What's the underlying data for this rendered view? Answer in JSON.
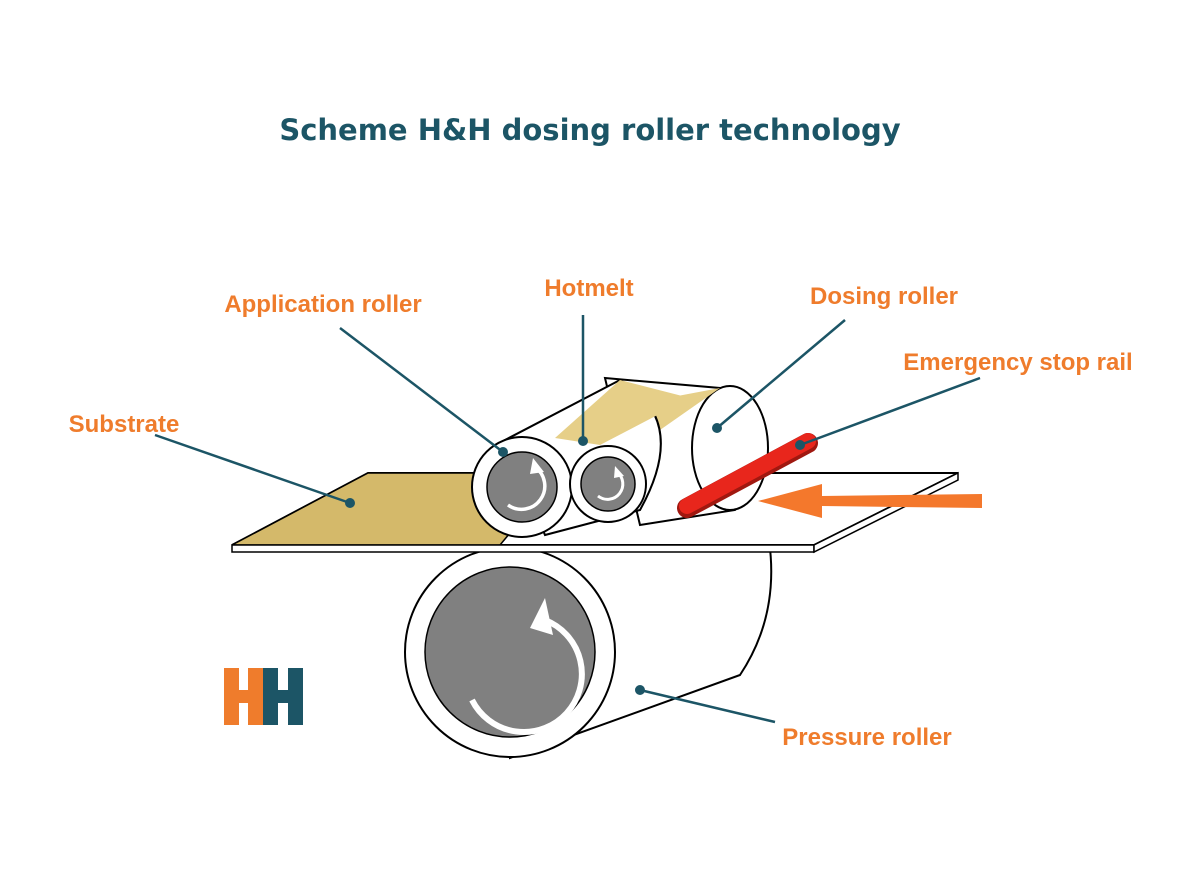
{
  "title": "Scheme H&H dosing roller technology",
  "labels": {
    "application_roller": "Application roller",
    "hotmelt": "Hotmelt",
    "dosing_roller": "Dosing roller",
    "emergency_stop_rail": "Emergency stop rail",
    "substrate": "Substrate",
    "pressure_roller": "Pressure roller"
  },
  "logo": {
    "text": "HH",
    "icon": "hh-logo"
  },
  "colors": {
    "title": "#1c5566",
    "label": "#ef7c2c",
    "leader": "#1c5566",
    "substrate": "#d4b96a",
    "hotmelt": "#e6cf88",
    "roller_core": "#808080",
    "rail": "#e8261c",
    "arrow": "#f4782c",
    "logo_orange": "#ef7c2c",
    "logo_blue": "#1c5566"
  }
}
